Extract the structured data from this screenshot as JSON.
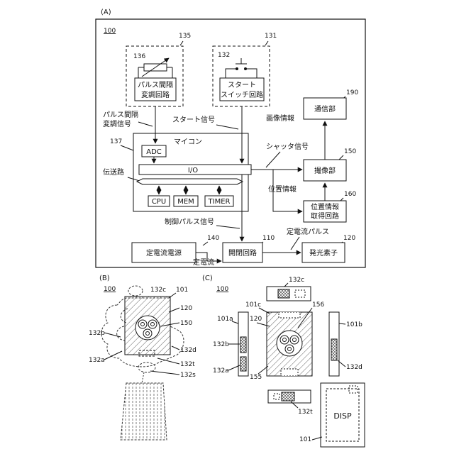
{
  "panel_a": {
    "panel_label": "(A)",
    "system_number": "100",
    "ref_135": "135",
    "ref_136": "136",
    "pulse_mod_circuit": [
      "パルス間隔",
      "変調回路"
    ],
    "ref_131": "131",
    "ref_132": "132",
    "start_switch_circuit": [
      "スタート",
      "スイッチ回路"
    ],
    "ref_190": "190",
    "comm_unit": "通信部",
    "image_info": "画像情報",
    "pulse_mod_signal": [
      "パルス間隔",
      "変調信号"
    ],
    "start_signal": "スタート信号",
    "ref_137": "137",
    "microcomputer": "マイコン",
    "shutter_signal": "シャッタ信号",
    "ref_150": "150",
    "adc": "ADC",
    "io": "I/O",
    "imaging_unit": "撮像部",
    "transmission_path": "伝送路",
    "position_info": "位置情報",
    "ref_160": "160",
    "cpu": "CPU",
    "mem": "MEM",
    "timer": "TIMER",
    "pos_acq_circuit": [
      "位置情報",
      "取得回路"
    ],
    "control_pulse_signal": "制御パルス信号",
    "ref_140": "140",
    "ref_110": "110",
    "const_current_pulse": "定電流パルス",
    "ref_120": "120",
    "const_current_source": "定電流電源",
    "switching_circuit": "開閉回路",
    "light_element": "発光素子",
    "const_current": "定電流"
  },
  "panel_b": {
    "panel_label": "(B)",
    "system_number": "100",
    "ref_132c": "132c",
    "ref_101": "101",
    "ref_120": "120",
    "ref_150": "150",
    "ref_132b": "132b",
    "ref_132a": "132a",
    "ref_132d": "132d",
    "ref_132t": "132t",
    "ref_132s": "132s"
  },
  "panel_c": {
    "panel_label": "(C)",
    "system_number": "100",
    "ref_132c": "132c",
    "ref_101c": "101c",
    "ref_156": "156",
    "ref_101a": "101a",
    "ref_120": "120",
    "ref_101b": "101b",
    "ref_132b": "132b",
    "ref_132d": "132d",
    "ref_132a": "132a",
    "ref_155": "155",
    "ref_132t": "132t",
    "disp": "DISP",
    "ref_101": "101"
  }
}
